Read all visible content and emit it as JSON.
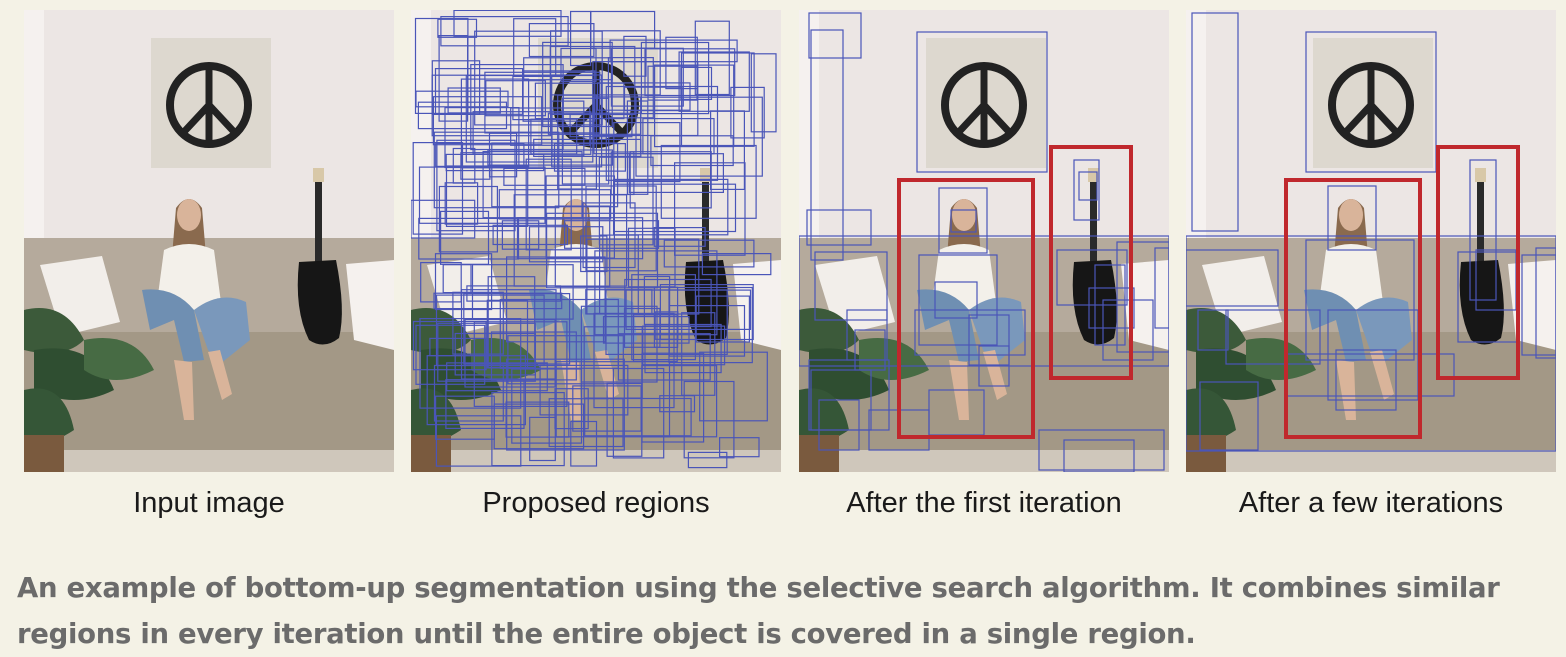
{
  "figure": {
    "panels": [
      {
        "label": "Input image",
        "mode": "input"
      },
      {
        "label": "Proposed regions",
        "mode": "proposed"
      },
      {
        "label": "After the first iteration",
        "mode": "first"
      },
      {
        "label": "After a few iterations",
        "mode": "few"
      }
    ],
    "caption_line1": "An example of bottom-up segmentation using the selective search algorithm. It combines similar",
    "caption_line2": "regions in every iteration until the entire object is covered in a single region.",
    "colors": {
      "background": "#f4f2e6",
      "region_box": "#4a55b8",
      "highlight_box": "#c0282d",
      "caption": "#6b6b6b"
    }
  }
}
